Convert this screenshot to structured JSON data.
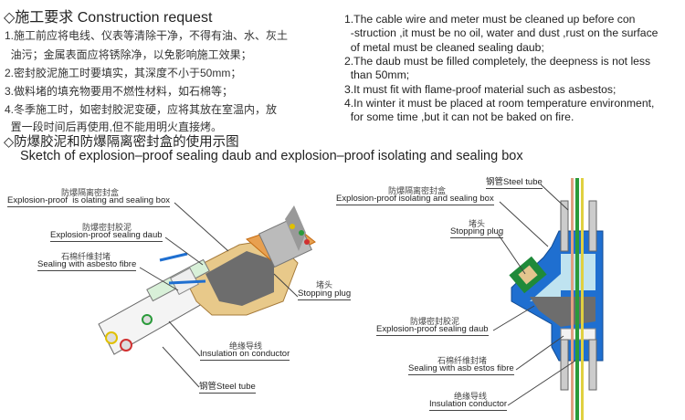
{
  "requirements": {
    "title": "◇施工要求 Construction request",
    "zh_items": [
      "1.施工前应将电线、仪表等清除干净，不得有油、水、灰土",
      "  油污；金属表面应将锈除净，以免影响施工效果；",
      "2.密封胶泥施工时要填实，其深度不小于50mm；",
      "3.做料堵的填充物要用不燃性材料，如石棉等；",
      "4.冬季施工时，如密封胶泥变硬，应将其放在室温内，放",
      "  置一段时间后再使用,但不能用明火直接烤。"
    ],
    "en_items": [
      "1.The cable wire and meter must be cleaned up before con",
      "  -struction ,it must be no oil, water and dust ,rust on the surface",
      "  of metal must be cleaned sealing daub;",
      "2.The daub must be filled completely, the deepness is not less",
      "  than 50mm;",
      "3.It must fit with flame-proof material such as asbestos;",
      "4.In winter it must be placed at room temperature environment,",
      "  for some time ,but it can not be baked on fire."
    ]
  },
  "sketch": {
    "title_zh": "◇防爆胶泥和防爆隔离密封盒的使用示图",
    "title_en": "Sketch of explosion–proof sealing daub and explosion–proof isolating and sealing box"
  },
  "left_diagram": {
    "box_zh": "防爆隔离密封盒",
    "box_en": "Explosion-proof  is olating and sealing box",
    "daub_zh": "防爆密封胶泥",
    "daub_en": "Explosion-proof sealing daub",
    "fibre_zh": "石棉纤维封堵",
    "fibre_en": "Sealing with asbesto fibre",
    "plug_zh": "堵头",
    "plug_en": "Stopping plug",
    "insul_zh": "绝缘导线",
    "insul_en": "Insulation on conductor",
    "tube": "钢管Steel tube"
  },
  "right_diagram": {
    "tube": "钢管Steel tube",
    "box_zh": "防爆隔离密封盒",
    "box_en": "Explosion-proof isolating and sealing box",
    "plug_zh": "堵头",
    "plug_en": "Stopping plug",
    "daub_zh": "防爆密封胶泥",
    "daub_en": "Explosion-proof sealing daub",
    "fibre_zh": "石棉纤维封堵",
    "fibre_en": "Sealing with asb estos fibre",
    "insul_zh": "绝缘导线",
    "insul_en": "Insulation conductor"
  },
  "colors": {
    "box_blue": "#1f6fd0",
    "light_blue": "#bfe3f0",
    "daub_gray": "#6d6d6d",
    "plug_green": "#1f8a3a",
    "body_tan": "#e8c98a"
  }
}
